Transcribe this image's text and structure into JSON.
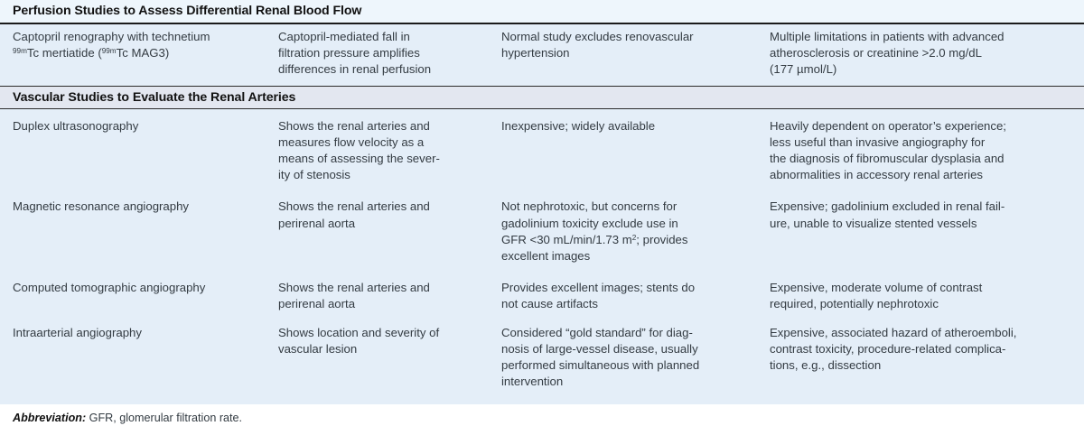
{
  "table": {
    "title": "Perfusion Studies to Assess Differential Renal Blood Flow",
    "colors": {
      "title_band": "#eef6fc",
      "section_band": "#e3e7f0",
      "body_band": "#e4eef8",
      "rule": "#1b1b1b",
      "text": "#333b42",
      "heading_text": "#111111"
    },
    "sections": [
      {
        "heading": "Perfusion Studies to Assess Differential Renal Blood Flow",
        "rows": [
          {
            "modality_pre": "Captopril renography with technetium\n",
            "modality_sup": "99m",
            "modality_post": "Tc mertiatide (",
            "modality_sup2": "99m",
            "modality_end": "Tc MAG3)",
            "description": "Captopril-mediated fall in\nfiltration pressure amplifies\ndifferences in renal perfusion",
            "advantages": "Normal study excludes renovascular\nhypertension",
            "limitations": "Multiple limitations in patients with advanced\natherosclerosis or creatinine >2.0 mg/dL\n(177 µmol/L)"
          }
        ]
      },
      {
        "heading": "Vascular Studies to Evaluate the Renal Arteries",
        "rows": [
          {
            "modality": "Duplex ultrasonography",
            "description": "Shows the renal arteries and\nmeasures flow velocity as a\nmeans of assessing the sever-\nity of stenosis",
            "advantages": "Inexpensive; widely available",
            "limitations": "Heavily dependent on operator’s experience;\nless useful than invasive angiography for\nthe diagnosis of fibromuscular dysplasia and\nabnormalities in accessory renal arteries"
          },
          {
            "modality": "Magnetic resonance angiography",
            "description": "Shows the renal arteries and\nperirenal aorta",
            "advantages_pre": "Not nephrotoxic, but concerns for\ngadolinium toxicity exclude use in\nGFR <30 mL/min/1.73 m",
            "advantages_sup": "2",
            "advantages_post": "; provides\nexcellent images",
            "limitations": "Expensive; gadolinium excluded in renal fail-\nure, unable to visualize stented vessels"
          },
          {
            "modality": "Computed tomographic angiography",
            "description": "Shows the renal arteries and\nperirenal aorta",
            "advantages": "Provides excellent images; stents do\nnot cause artifacts",
            "limitations": "Expensive, moderate volume of contrast\nrequired, potentially nephrotoxic"
          },
          {
            "modality": "Intraarterial angiography",
            "description": "Shows location and severity of\nvascular lesion",
            "advantages": "Considered “gold standard” for diag-\nnosis of large-vessel disease, usually\nperformed simultaneous with planned\nintervention",
            "limitations": "Expensive, associated hazard of atheroemboli,\ncontrast toxicity, procedure-related complica-\ntions, e.g., dissection"
          }
        ]
      }
    ],
    "footnote": {
      "lead": "Abbreviation:",
      "text": " GFR, glomerular filtration rate."
    }
  }
}
